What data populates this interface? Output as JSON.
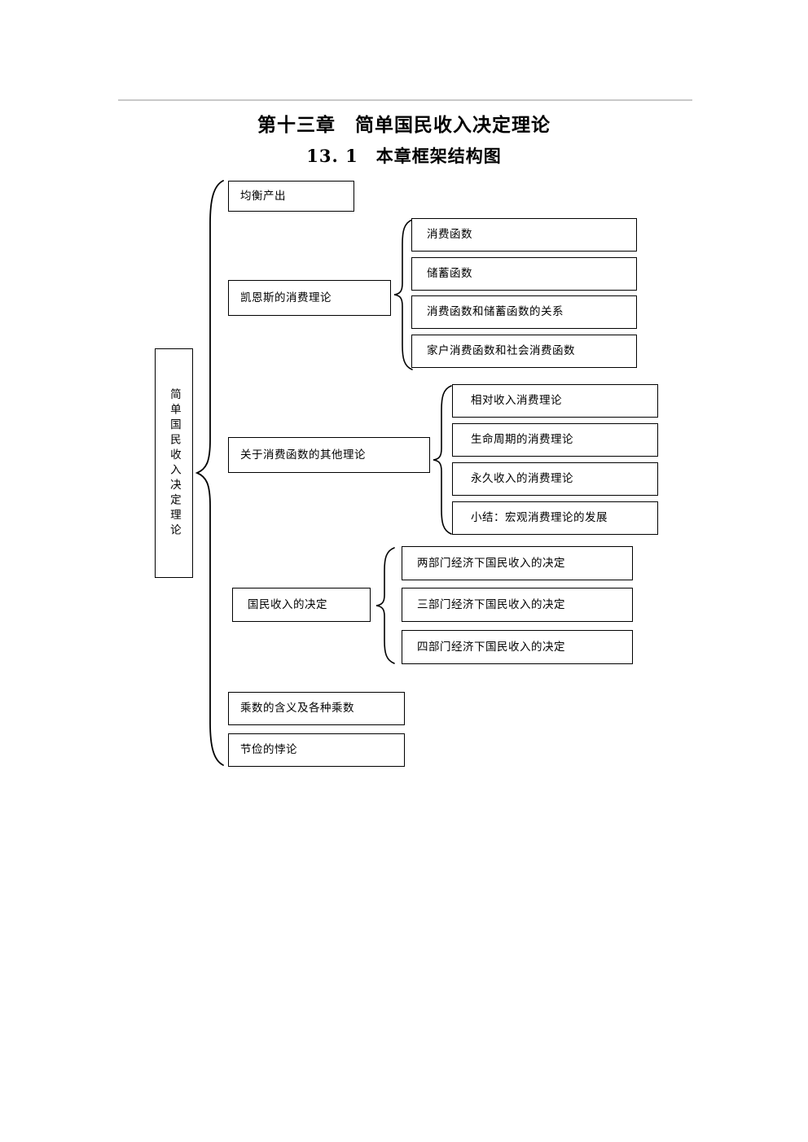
{
  "document": {
    "chapter_title": "第十三章　简单国民收入决定理论",
    "section_title": "13. 1　本章框架结构图"
  },
  "diagram": {
    "root": {
      "label": "简单国民收入决定理论"
    },
    "branches": [
      {
        "label": "均衡产出",
        "children": []
      },
      {
        "label": "凯恩斯的消费理论",
        "children": [
          {
            "label": "消费函数"
          },
          {
            "label": "储蓄函数"
          },
          {
            "label": "消费函数和储蓄函数的关系"
          },
          {
            "label": "家户消费函数和社会消费函数"
          }
        ]
      },
      {
        "label": "关于消费函数的其他理论",
        "children": [
          {
            "label": "相对收入消费理论"
          },
          {
            "label": "生命周期的消费理论"
          },
          {
            "label": "永久收入的消费理论"
          },
          {
            "label": "小结：宏观消费理论的发展"
          }
        ]
      },
      {
        "label": "国民收入的决定",
        "children": [
          {
            "label": "两部门经济下国民收入的决定"
          },
          {
            "label": "三部门经济下国民收入的决定"
          },
          {
            "label": "四部门经济下国民收入的决定"
          }
        ]
      },
      {
        "label": "乘数的含义及各种乘数",
        "children": []
      },
      {
        "label": "节俭的悖论",
        "children": []
      }
    ]
  },
  "colors": {
    "rule": "#c9c9c9",
    "line": "#000000",
    "background": "#ffffff"
  }
}
